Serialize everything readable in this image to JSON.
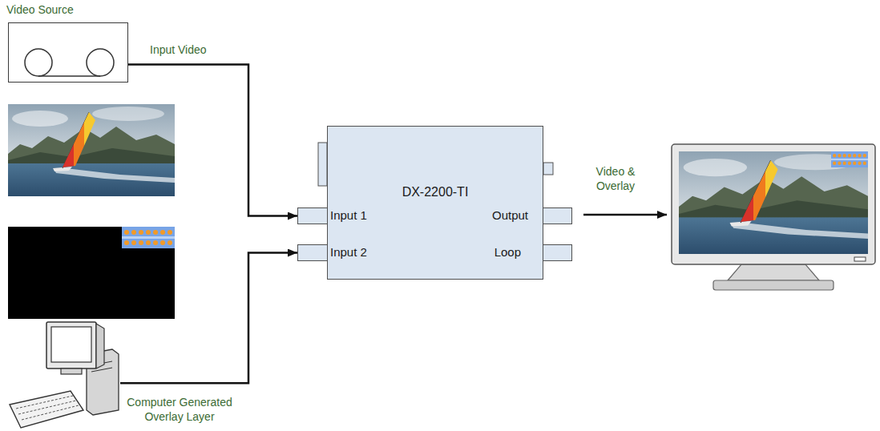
{
  "diagram": {
    "nodes": [
      {
        "text": [
          "Video Source"
        ]
      },
      {
        "text": [
          "DX-2200-TI"
        ]
      },
      {
        "text": [
          "Input 1"
        ],
        "in": 1
      },
      {
        "text": [
          "Input 2"
        ],
        "in": 1
      },
      {
        "text": [
          "Output"
        ],
        "in": 1
      },
      {
        "text": [
          "Loop"
        ],
        "in": 1
      },
      {
        "text": [
          "Computer Generated Overlay Layer"
        ]
      }
    ],
    "edges": [
      {
        "from": 0,
        "to": 2,
        "arrow": "to",
        "label": "Input Video"
      },
      {
        "from": 6,
        "to": 3,
        "arrow": "to"
      }
    ],
    "labels": [
      "Video & Overlay"
    ]
  }
}
